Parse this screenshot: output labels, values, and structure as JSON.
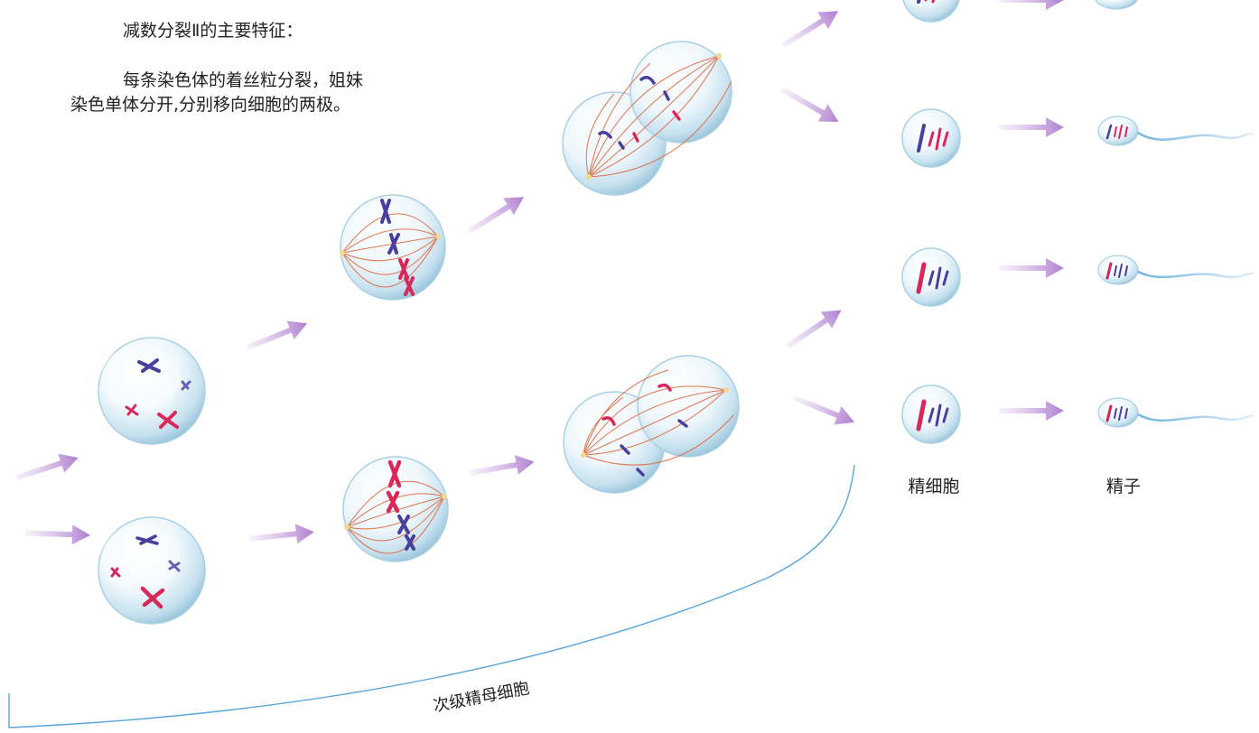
{
  "text": {
    "title": "减数分裂Ⅱ的主要特征：",
    "desc_line1": "每条染色体的着丝粒分裂，姐妹",
    "desc_line2": "染色单体分开,分别移向细胞的两极。"
  },
  "labels": {
    "spermatid": "精细胞",
    "sperm": "精子",
    "secondary_spermatocyte": "次级精母细胞"
  },
  "colors": {
    "purple": "#4b3f9e",
    "magenta": "#d8285a",
    "spindle": "#e0663a",
    "arrow": "#c29ad8",
    "bracket": "#5aa6dc",
    "cell": "#bcdcec"
  }
}
